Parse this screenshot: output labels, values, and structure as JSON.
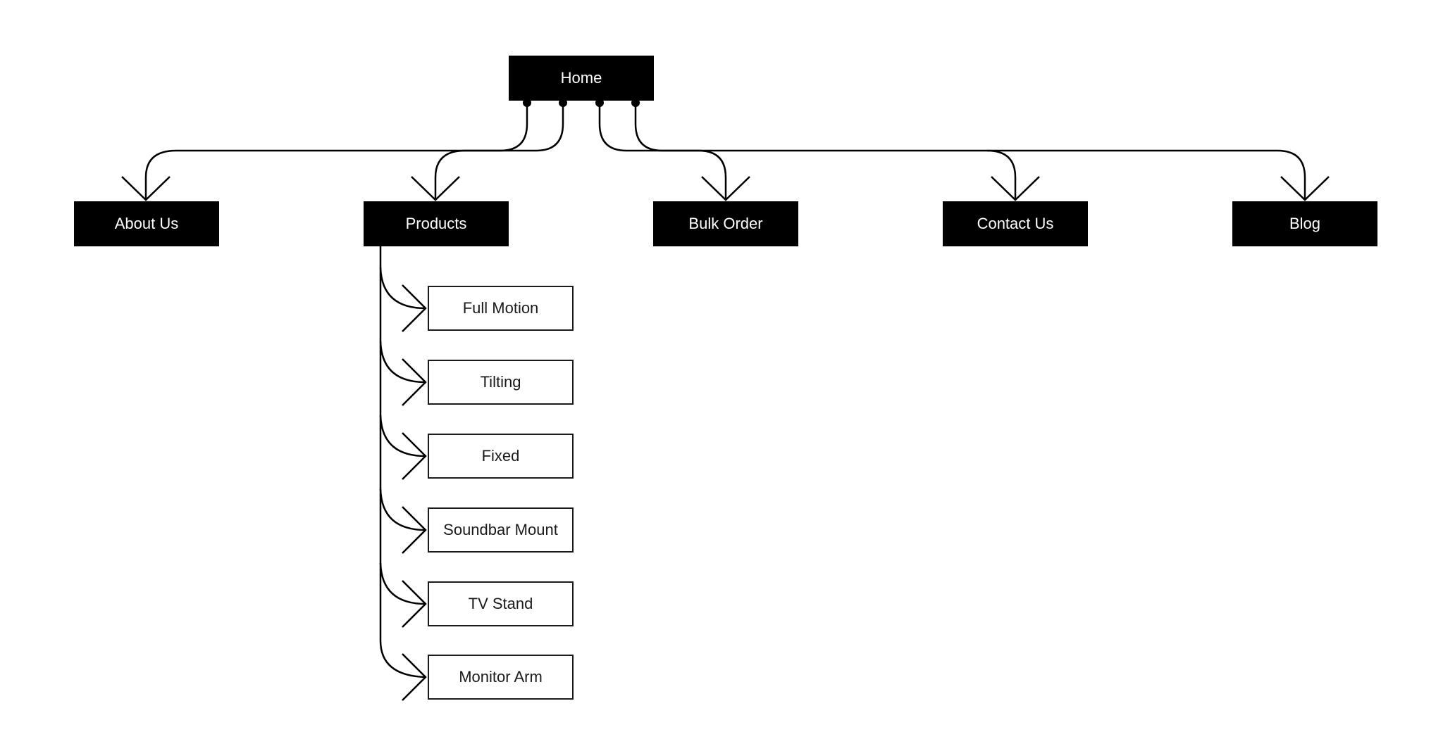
{
  "sitemap": {
    "root": "Home",
    "level1": [
      "About Us",
      "Products",
      "Bulk Order",
      "Contact Us",
      "Blog"
    ],
    "products_children": [
      "Full Motion",
      "Tilting",
      "Fixed",
      "Soundbar Mount",
      "TV Stand",
      "Monitor Arm"
    ]
  },
  "style": {
    "line_color": "#000000",
    "dark_box_fill": "#000000",
    "dark_box_text": "#ffffff",
    "light_box_fill": "#ffffff",
    "light_box_border": "#1a1a1a"
  }
}
